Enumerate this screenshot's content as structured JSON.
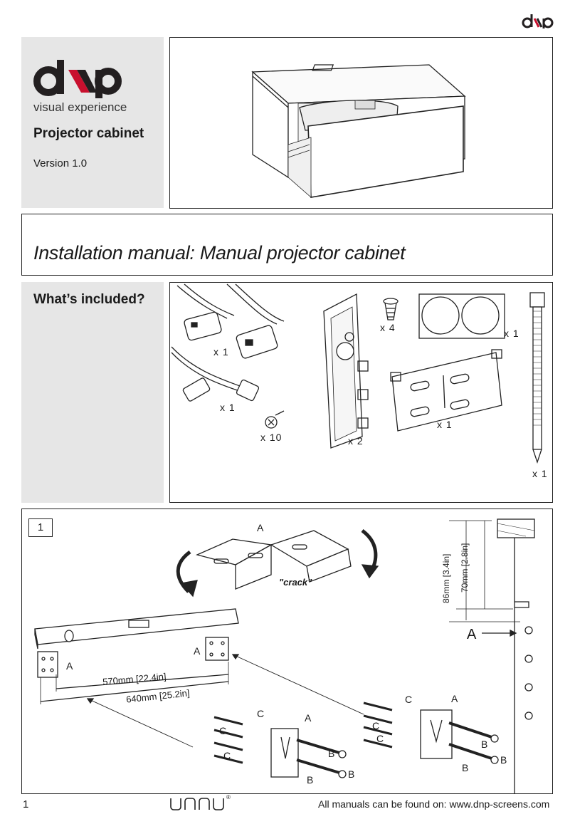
{
  "brand": {
    "tagline": "visual experience",
    "product_title": "Projector cabinet",
    "version": "Version 1.0",
    "accent_color": "#c8102e",
    "logo_text_color": "#231f20"
  },
  "banner": {
    "title": "Installation manual: Manual projector cabinet"
  },
  "included": {
    "heading": "What’s included?",
    "quantities": {
      "power_cable": "x 1",
      "hdmi_cable": "x 1",
      "wood_screws": "x 10",
      "side_brackets": "x 2",
      "bolts": "x 4",
      "felt_pads": "x 1",
      "wall_plate": "x 1",
      "cable_tie": "x 1"
    }
  },
  "step1": {
    "number": "1",
    "crack_label": "\"crack\"",
    "label_a": "A",
    "label_b": "B",
    "label_c": "C",
    "dim_inner": "570mm [22.4in]",
    "dim_outer": "640mm [25.2in]",
    "dim_side_86": "86mm [3.4in]",
    "dim_side_70": "70mm [2.8in]"
  },
  "footer": {
    "page": "1",
    "brand_mark": "unnu",
    "registered": "®",
    "manuals_text": "All manuals can be found on: www.dnp-screens.com"
  }
}
